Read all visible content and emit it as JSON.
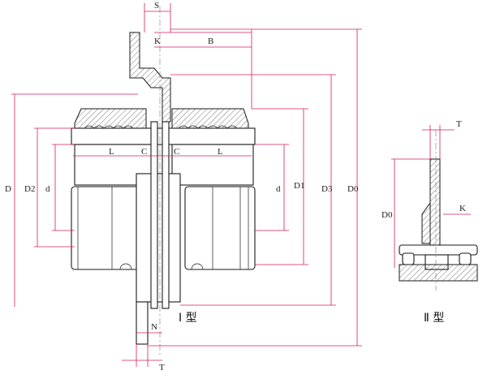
{
  "labels": {
    "S": "S",
    "K": "K",
    "B": "B",
    "L_left": "L",
    "C_left": "C",
    "C_right": "C",
    "L_right": "L",
    "D": "D",
    "D2": "D2",
    "d_left": "d",
    "d_right": "d",
    "D1": "D1",
    "D3": "D3",
    "D0": "D0",
    "N": "N",
    "T_bottom": "T",
    "T_right": "T",
    "K_right": "K",
    "D0_right": "D0"
  },
  "captions": {
    "type1": "Ⅰ 型",
    "type2": "Ⅱ 型"
  },
  "colors": {
    "dimension": "#d81b60",
    "outline": "#1a1a1a"
  }
}
